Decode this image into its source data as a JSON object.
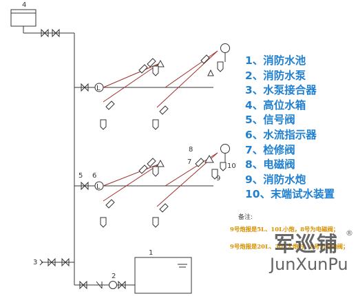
{
  "legend": [
    "1、消防水池",
    "2、消防水泵",
    "3、水泵接合器",
    "4、高位水箱",
    "5、信号阀",
    "6、水流指示器",
    "7、检修阀",
    "8、电磁阀",
    "9、消防水炮",
    "10、末端试水装置"
  ],
  "tags": {
    "tank_top": "4",
    "pool": "1",
    "pump": "2",
    "connector": "3",
    "signal_valve": "5",
    "flow_indicator": "6",
    "maint_valve": "7",
    "solenoid": "8",
    "monitor": "9",
    "test_device": "10",
    "indicator_letter": "L"
  },
  "notes": {
    "title": "备注:",
    "line1": "9号炮报是5L、10L小炮，8号为电磁阀；",
    "line2": "9号炮报是20L、30L大炮时，8号为电动阀；"
  },
  "watermark": {
    "cn": "军巡铺",
    "en": "JunXunPu",
    "reg": "®"
  },
  "colors": {
    "pipe": "#333333",
    "branch": "#a0302a",
    "legend": "#1f7fd0",
    "note": "#d89000"
  }
}
